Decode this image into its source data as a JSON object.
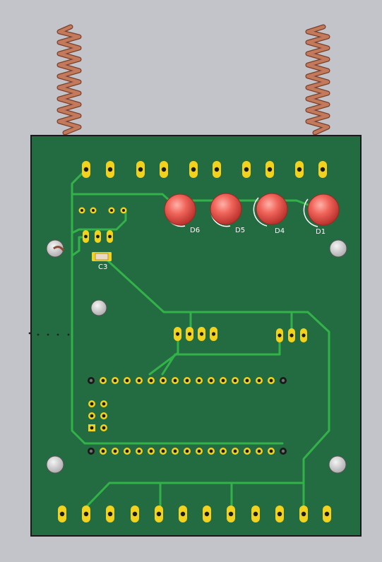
{
  "colors": {
    "background": "#c3c4c9",
    "board": "#236b40",
    "board_edge": "#1a1a1a",
    "trace": "#33b24a",
    "pad": "#f2d21c",
    "drill": "#1a1a1a",
    "led": "#f0645a",
    "coil": "#c27a5a",
    "hole": "#d2d2d2",
    "label": "#ffffff"
  },
  "components": {
    "leds": [
      {
        "ref": "D6"
      },
      {
        "ref": "D5"
      },
      {
        "ref": "D4"
      },
      {
        "ref": "D1"
      }
    ],
    "capacitor": {
      "ref": "C3"
    },
    "antennas": [
      {
        "icon": "helical-antenna-icon"
      },
      {
        "icon": "helical-antenna-icon"
      }
    ]
  }
}
